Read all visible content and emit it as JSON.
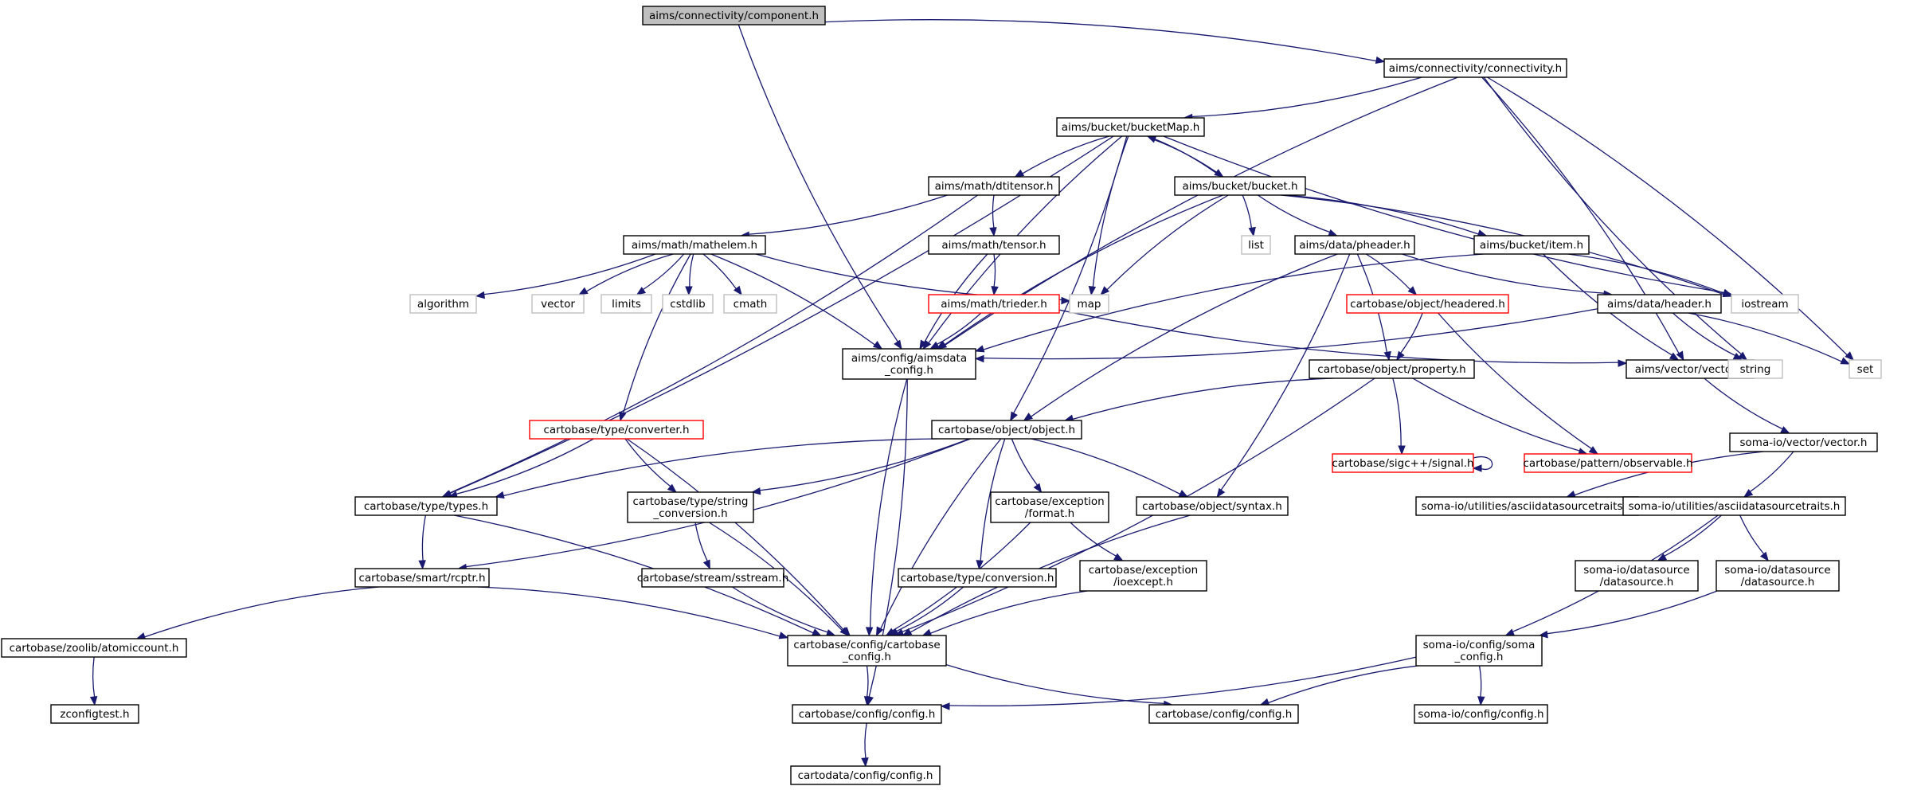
{
  "title": "aims/connectivity/component.h",
  "colors": {
    "edge": "#191970",
    "root_fill": "#bfbfbf",
    "border_default": "#000000",
    "border_truncated": "#ff0000",
    "border_system": "#bfbfbf"
  },
  "nodes": [
    {
      "id": "root",
      "label": "aims/connectivity/component.h",
      "kind": "root"
    },
    {
      "id": "connectivity",
      "label": "aims/connectivity/connectivity.h",
      "kind": "normal"
    },
    {
      "id": "bucketMap",
      "label": "aims/bucket/bucketMap.h",
      "kind": "normal"
    },
    {
      "id": "dtitensor",
      "label": "aims/math/dtitensor.h",
      "kind": "normal"
    },
    {
      "id": "bucket",
      "label": "aims/bucket/bucket.h",
      "kind": "normal"
    },
    {
      "id": "mathelem",
      "label": "aims/math/mathelem.h",
      "kind": "normal"
    },
    {
      "id": "tensor",
      "label": "aims/math/tensor.h",
      "kind": "normal"
    },
    {
      "id": "list",
      "label": "list",
      "kind": "system"
    },
    {
      "id": "pheader",
      "label": "aims/data/pheader.h",
      "kind": "normal"
    },
    {
      "id": "item",
      "label": "aims/bucket/item.h",
      "kind": "normal"
    },
    {
      "id": "algorithm",
      "label": "algorithm",
      "kind": "system"
    },
    {
      "id": "vector",
      "label": "vector",
      "kind": "system"
    },
    {
      "id": "limits",
      "label": "limits",
      "kind": "system"
    },
    {
      "id": "cstdlib",
      "label": "cstdlib",
      "kind": "system"
    },
    {
      "id": "cmath",
      "label": "cmath",
      "kind": "system"
    },
    {
      "id": "map",
      "label": "map",
      "kind": "system"
    },
    {
      "id": "trieder",
      "label": "aims/math/trieder.h",
      "kind": "truncated"
    },
    {
      "id": "headered",
      "label": "cartobase/object/headered.h",
      "kind": "truncated"
    },
    {
      "id": "header",
      "label": "aims/data/header.h",
      "kind": "normal"
    },
    {
      "id": "iostream",
      "label": "iostream",
      "kind": "system"
    },
    {
      "id": "aimsdata_config",
      "label": [
        "aims/config/aimsdata",
        "_config.h"
      ],
      "kind": "normal"
    },
    {
      "id": "property",
      "label": "cartobase/object/property.h",
      "kind": "normal"
    },
    {
      "id": "aimsvector",
      "label": "aims/vector/vector.h",
      "kind": "normal"
    },
    {
      "id": "string",
      "label": "string",
      "kind": "system"
    },
    {
      "id": "set",
      "label": "set",
      "kind": "system"
    },
    {
      "id": "converter",
      "label": "cartobase/type/converter.h",
      "kind": "truncated"
    },
    {
      "id": "object",
      "label": "cartobase/object/object.h",
      "kind": "normal"
    },
    {
      "id": "signal",
      "label": "cartobase/sigc++/signal.h",
      "kind": "truncated"
    },
    {
      "id": "observable",
      "label": "cartobase/pattern/observable.h",
      "kind": "truncated"
    },
    {
      "id": "somavector",
      "label": "soma-io/vector/vector.h",
      "kind": "normal"
    },
    {
      "id": "types",
      "label": "cartobase/type/types.h",
      "kind": "normal"
    },
    {
      "id": "string_conversion",
      "label": [
        "cartobase/type/string",
        "_conversion.h"
      ],
      "kind": "normal"
    },
    {
      "id": "exc_format",
      "label": [
        "cartobase/exception",
        "/format.h"
      ],
      "kind": "normal"
    },
    {
      "id": "syntax",
      "label": "cartobase/object/syntax.h",
      "kind": "normal"
    },
    {
      "id": "adst1",
      "label": "soma-io/utilities/asciidatasourcetraits.h",
      "kind": "normal"
    },
    {
      "id": "adst2",
      "label": "soma-io/utilities/asciidatasourcetraits.h",
      "kind": "normal"
    },
    {
      "id": "rcptr",
      "label": "cartobase/smart/rcptr.h",
      "kind": "normal"
    },
    {
      "id": "sstream",
      "label": "cartobase/stream/sstream.h",
      "kind": "normal"
    },
    {
      "id": "conversion",
      "label": "cartobase/type/conversion.h",
      "kind": "normal"
    },
    {
      "id": "ioexcept",
      "label": [
        "cartobase/exception",
        "/ioexcept.h"
      ],
      "kind": "normal"
    },
    {
      "id": "ds1",
      "label": [
        "soma-io/datasource",
        "/datasource.h"
      ],
      "kind": "normal"
    },
    {
      "id": "ds2",
      "label": [
        "soma-io/datasource",
        "/datasource.h"
      ],
      "kind": "normal"
    },
    {
      "id": "atomiccount",
      "label": "cartobase/zoolib/atomiccount.h",
      "kind": "normal"
    },
    {
      "id": "cartobase_config",
      "label": [
        "cartobase/config/cartobase",
        "_config.h"
      ],
      "kind": "normal"
    },
    {
      "id": "soma_config",
      "label": [
        "soma-io/config/soma",
        "_config.h"
      ],
      "kind": "normal"
    },
    {
      "id": "zconfigtest",
      "label": "zconfigtest.h",
      "kind": "normal"
    },
    {
      "id": "config1",
      "label": "cartobase/config/config.h",
      "kind": "normal"
    },
    {
      "id": "config2",
      "label": "cartobase/config/config.h",
      "kind": "normal"
    },
    {
      "id": "somaconfig",
      "label": "soma-io/config/config.h",
      "kind": "normal"
    },
    {
      "id": "cartodata_config",
      "label": "cartodata/config/config.h",
      "kind": "normal"
    }
  ],
  "edges": [
    [
      "root",
      "connectivity"
    ],
    [
      "root",
      "aimsdata_config"
    ],
    [
      "connectivity",
      "bucketMap"
    ],
    [
      "connectivity",
      "aimsdata_config"
    ],
    [
      "connectivity",
      "aimsvector"
    ],
    [
      "connectivity",
      "string"
    ],
    [
      "connectivity",
      "set"
    ],
    [
      "bucketMap",
      "dtitensor"
    ],
    [
      "bucketMap",
      "bucket"
    ],
    [
      "bucketMap",
      "map"
    ],
    [
      "bucketMap",
      "object"
    ],
    [
      "bucketMap",
      "iostream"
    ],
    [
      "bucketMap",
      "types"
    ],
    [
      "bucketMap",
      "aimsdata_config"
    ],
    [
      "dtitensor",
      "mathelem"
    ],
    [
      "dtitensor",
      "tensor"
    ],
    [
      "dtitensor",
      "types"
    ],
    [
      "bucket",
      "bucketMap"
    ],
    [
      "bucket",
      "list"
    ],
    [
      "bucket",
      "pheader"
    ],
    [
      "bucket",
      "item"
    ],
    [
      "bucket",
      "map"
    ],
    [
      "bucket",
      "iostream"
    ],
    [
      "bucket",
      "aimsdata_config"
    ],
    [
      "mathelem",
      "algorithm"
    ],
    [
      "mathelem",
      "vector"
    ],
    [
      "mathelem",
      "limits"
    ],
    [
      "mathelem",
      "cstdlib"
    ],
    [
      "mathelem",
      "cmath"
    ],
    [
      "mathelem",
      "map"
    ],
    [
      "mathelem",
      "aimsdata_config"
    ],
    [
      "mathelem",
      "converter"
    ],
    [
      "tensor",
      "trieder"
    ],
    [
      "tensor",
      "aimsdata_config"
    ],
    [
      "trieder",
      "aimsdata_config"
    ],
    [
      "trieder",
      "aimsvector"
    ],
    [
      "pheader",
      "headered"
    ],
    [
      "pheader",
      "header"
    ],
    [
      "pheader",
      "property"
    ],
    [
      "pheader",
      "object"
    ],
    [
      "pheader",
      "syntax"
    ],
    [
      "item",
      "aimsvector"
    ],
    [
      "item",
      "iostream"
    ],
    [
      "item",
      "aimsdata_config"
    ],
    [
      "headered",
      "property"
    ],
    [
      "headered",
      "observable"
    ],
    [
      "header",
      "aimsdata_config"
    ],
    [
      "header",
      "string"
    ],
    [
      "header",
      "set"
    ],
    [
      "aimsdata_config",
      "cartobase_config"
    ],
    [
      "aimsdata_config",
      "config1"
    ],
    [
      "property",
      "object"
    ],
    [
      "property",
      "signal"
    ],
    [
      "property",
      "observable"
    ],
    [
      "property",
      "cartobase_config"
    ],
    [
      "aimsvector",
      "somavector"
    ],
    [
      "converter",
      "types"
    ],
    [
      "converter",
      "string_conversion"
    ],
    [
      "converter",
      "cartobase_config"
    ],
    [
      "object",
      "types"
    ],
    [
      "object",
      "string_conversion"
    ],
    [
      "object",
      "exc_format"
    ],
    [
      "object",
      "syntax"
    ],
    [
      "object",
      "conversion"
    ],
    [
      "object",
      "rcptr"
    ],
    [
      "object",
      "cartobase_config"
    ],
    [
      "signal",
      "signal"
    ],
    [
      "somavector",
      "adst1"
    ],
    [
      "somavector",
      "adst2"
    ],
    [
      "types",
      "rcptr"
    ],
    [
      "types",
      "cartobase_config"
    ],
    [
      "string_conversion",
      "sstream"
    ],
    [
      "string_conversion",
      "cartobase_config"
    ],
    [
      "exc_format",
      "ioexcept"
    ],
    [
      "exc_format",
      "cartobase_config"
    ],
    [
      "syntax",
      "cartobase_config"
    ],
    [
      "adst2",
      "ds1"
    ],
    [
      "adst2",
      "ds2"
    ],
    [
      "adst2",
      "soma_config"
    ],
    [
      "rcptr",
      "atomiccount"
    ],
    [
      "rcptr",
      "cartobase_config"
    ],
    [
      "sstream",
      "cartobase_config"
    ],
    [
      "conversion",
      "cartobase_config"
    ],
    [
      "ioexcept",
      "cartobase_config"
    ],
    [
      "ds2",
      "soma_config"
    ],
    [
      "atomiccount",
      "zconfigtest"
    ],
    [
      "cartobase_config",
      "config1"
    ],
    [
      "cartobase_config",
      "config2"
    ],
    [
      "soma_config",
      "config1"
    ],
    [
      "soma_config",
      "config2"
    ],
    [
      "soma_config",
      "somaconfig"
    ],
    [
      "config1",
      "cartodata_config"
    ]
  ]
}
